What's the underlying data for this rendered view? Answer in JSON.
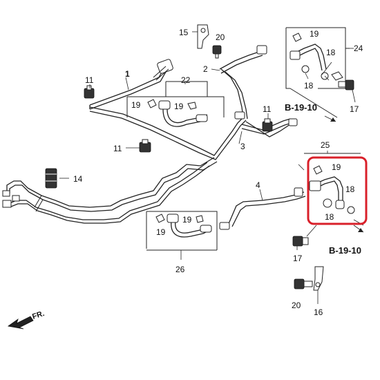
{
  "callouts": {
    "c1": "1",
    "c2": "2",
    "c3": "3",
    "c4": "4",
    "c11a": "11",
    "c11b": "11",
    "c11c": "11",
    "c14": "14",
    "c15": "15",
    "c16": "16",
    "c17a": "17",
    "c17b": "17",
    "c18a": "18",
    "c18b": "18",
    "c18c": "18",
    "c18d": "18",
    "c19a": "19",
    "c19b": "19",
    "c19c": "19",
    "c19d": "19",
    "c19e": "19",
    "c19f": "19",
    "c20a": "20",
    "c20b": "20",
    "c22": "22",
    "c24": "24",
    "c25": "25",
    "c26": "26"
  },
  "references": {
    "ref_top": "B-19-10",
    "ref_bottom": "B-19-10"
  },
  "direction": {
    "label": "FR."
  },
  "colors": {
    "highlight": "#d9202a",
    "line": "#222222"
  }
}
